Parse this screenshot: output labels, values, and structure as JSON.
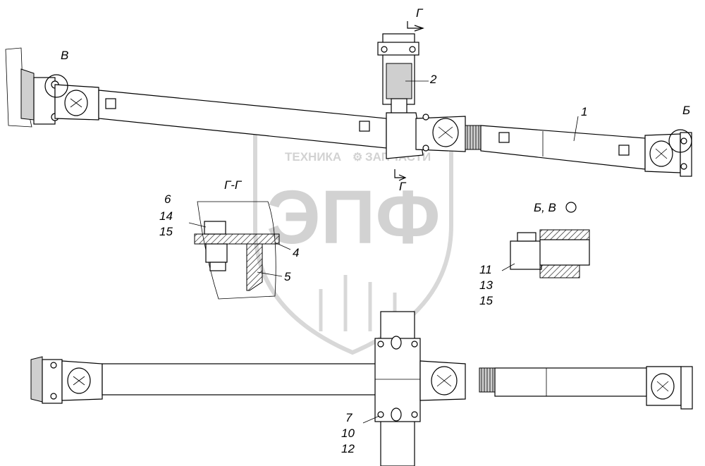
{
  "watermark": {
    "company_top": "ТЕХНИКА",
    "company_right": "ЗАПЧАСТИ",
    "logo": "ЭПФ"
  },
  "section_marks": {
    "g_top": "Г",
    "g_bottom": "Г",
    "section_title": "Г-Г",
    "view_v": "В",
    "view_b": "Б",
    "detail_title": "Б, В"
  },
  "callouts": {
    "c1": "1",
    "c2": "2",
    "c4": "4",
    "c5": "5",
    "section_stack": [
      "6",
      "14",
      "15"
    ],
    "detail_stack": [
      "11",
      "13",
      "15"
    ],
    "bottom_stack": [
      "7",
      "10",
      "12"
    ]
  },
  "colors": {
    "line": "#000000",
    "watermark": "#d2d2d2",
    "hatch": "#555555"
  }
}
